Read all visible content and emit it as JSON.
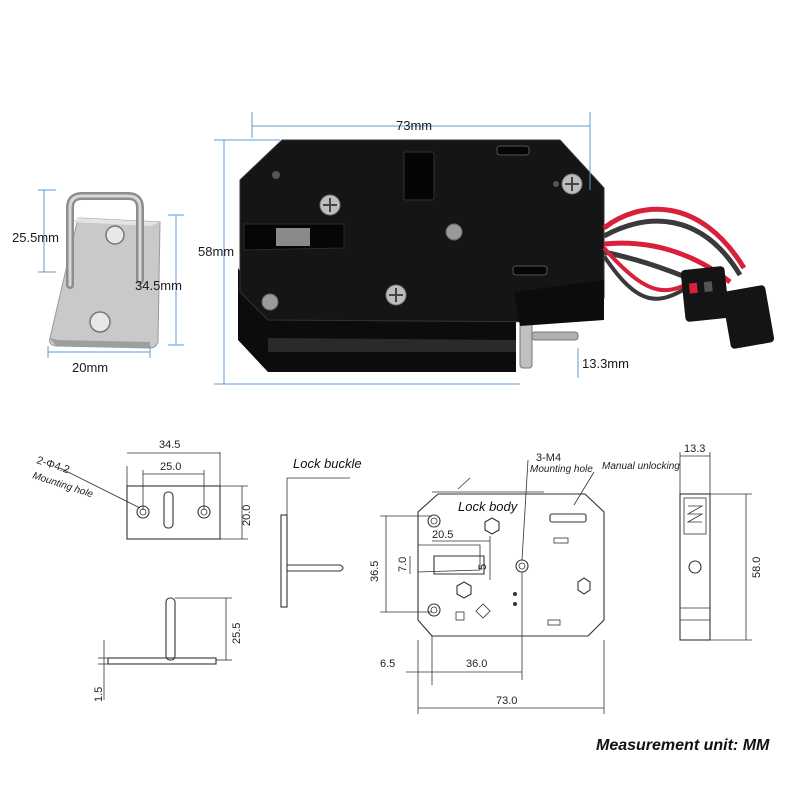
{
  "photo_labels": {
    "bracket_height": "25.5mm",
    "bracket_depth": "34.5mm",
    "bracket_width": "20mm",
    "body_width": "73mm",
    "body_height": "58mm",
    "body_thickness": "13.3mm"
  },
  "drawing_labels": {
    "top_width": "34.5",
    "hole_spacing": "25.0",
    "top_height": "20.0",
    "hole_spec": "2-Φ4.2",
    "mounting_hole": "Mounting hole",
    "lock_buckle": "Lock buckle",
    "buckle_height": "25.5",
    "plate_thickness": "1.5",
    "screw_spec": "3-M4",
    "mounting_hole_2": "Mounting hole",
    "manual_unlocking": "Manual unlocking",
    "lock_body": "Lock body",
    "side_thickness": "13.3",
    "side_height": "58.0",
    "bolt_offset": "20.5",
    "bolt_height": "7.0",
    "bolt_gap": "5",
    "height_36": "36.5",
    "offset_6": "6.5",
    "span_36": "36.0",
    "total_width": "73.0"
  },
  "measurement_unit": "Measurement unit: MM",
  "colors": {
    "dimension_line": "#5b9bd5",
    "lock_body": "#151515",
    "wire_red": "#d8203a",
    "wire_dark": "#3a3a3a",
    "steel": "#c9c9c9"
  }
}
